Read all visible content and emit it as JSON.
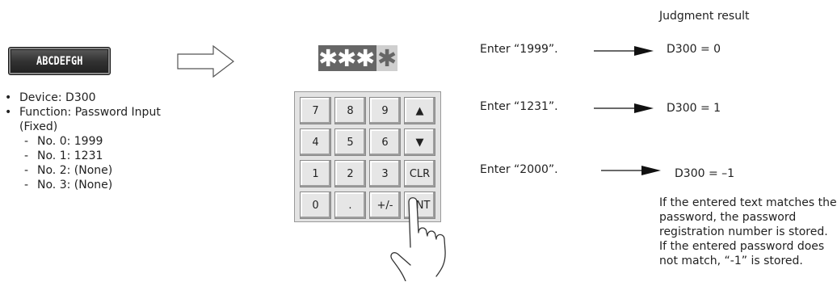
{
  "widget": {
    "text": "ABCDEFGH"
  },
  "settings": {
    "device": "Device: D300",
    "function_line1": "Function: Password Input",
    "function_line2": "(Fixed)",
    "passwords": [
      "No. 0: 1999",
      "No. 1: 1231",
      "No. 2: (None)",
      "No. 3: (None)"
    ]
  },
  "display": {
    "mask_chars": [
      "✳̸",
      "✳̸",
      "✳̸"
    ],
    "mask": "✱"
  },
  "keypad": {
    "keys": [
      [
        "7",
        "8",
        "9",
        "▲"
      ],
      [
        "4",
        "5",
        "6",
        "▼"
      ],
      [
        "1",
        "2",
        "3",
        "CLR"
      ],
      [
        "0",
        ".",
        "+/-",
        "ENT"
      ]
    ]
  },
  "results": {
    "header": "Judgment result",
    "rows": [
      {
        "input": "Enter “1999”.",
        "result": "D300 = 0"
      },
      {
        "input": "Enter “1231”.",
        "result": "D300 = 1"
      },
      {
        "input": "Enter “2000”.",
        "result": "D300 = –1"
      }
    ],
    "note": [
      "If the entered text matches the",
      "password, the password",
      "registration number is stored.",
      "If the entered password does",
      "not match, “-1” is stored."
    ]
  }
}
